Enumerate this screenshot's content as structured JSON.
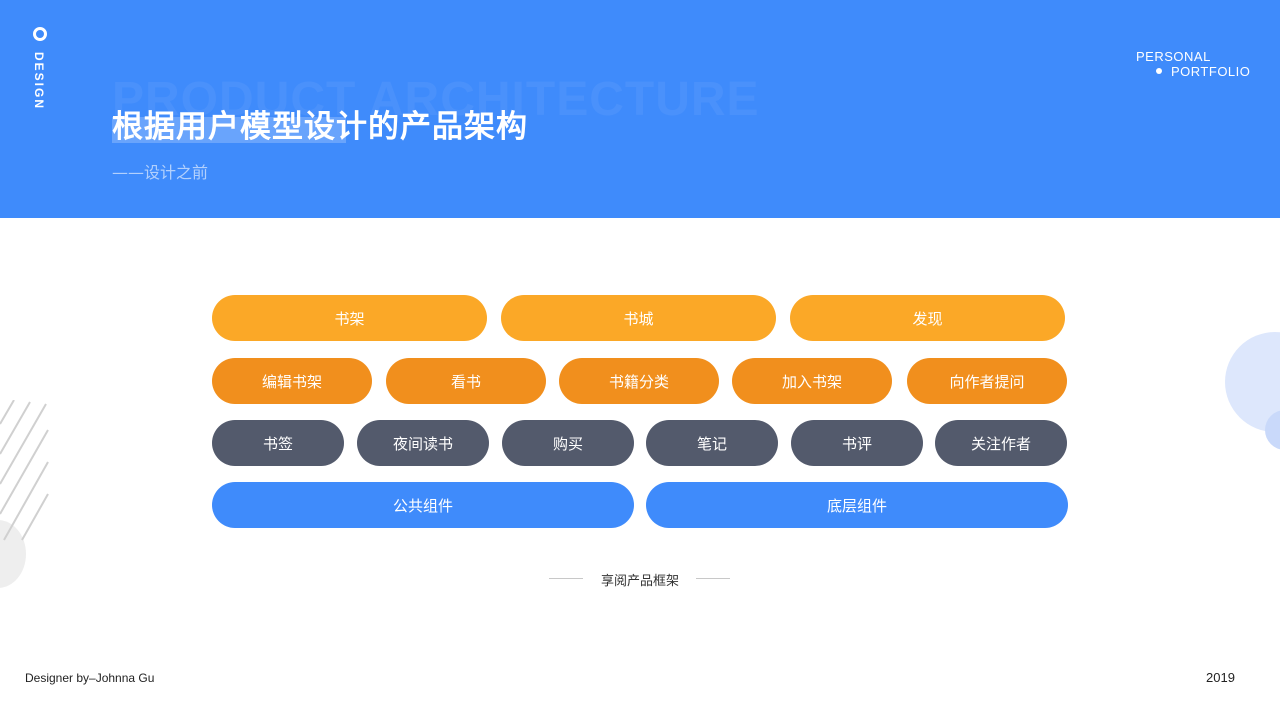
{
  "header": {
    "side_label": "DESIGN",
    "background_word": "PRODUCT ARCHITECTURE",
    "title": "根据用户模型设计的产品架构",
    "subtitle": "——设计之前",
    "personal": "PERSONAL",
    "portfolio": "PORTFOLIO"
  },
  "diagram": {
    "row1": [
      "书架",
      "书城",
      "发现"
    ],
    "row2": [
      "编辑书架",
      "看书",
      "书籍分类",
      "加入书架",
      "向作者提问"
    ],
    "row3": [
      "书签",
      "夜间读书",
      "购买",
      "笔记",
      "书评",
      "关注作者"
    ],
    "row4": [
      "公共组件",
      "底层组件"
    ],
    "caption": "享阅产品框架"
  },
  "footer": {
    "designer": "Designer by–Johnna Gu",
    "year": "2019"
  },
  "colors": {
    "header_blue": "#3f8bfb",
    "row1_orange": "#fba827",
    "row2_orange": "#f18f1d",
    "row3_slate": "#535a6c",
    "row4_blue": "#3f8bfb"
  }
}
